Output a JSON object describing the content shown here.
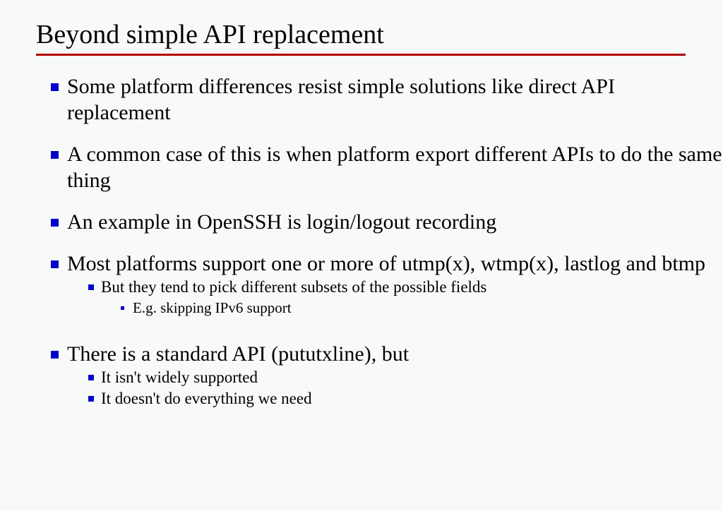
{
  "slide": {
    "title": "Beyond simple API replacement",
    "background_color": "#f7faf7",
    "title_rule_color": "#b00000",
    "bullet_color": "#0000cc",
    "text_color": "#000000",
    "bullets": [
      {
        "level": 1,
        "text": "Some platform differences resist simple solutions like direct API replacement"
      },
      {
        "level": 1,
        "text": "A common case of this is when platform export different APIs to do the same thing"
      },
      {
        "level": 1,
        "text": "An example in OpenSSH is login/logout recording"
      },
      {
        "level": 1,
        "text": "Most platforms support one or more of utmp(x), wtmp(x), lastlog and btmp"
      },
      {
        "level": 2,
        "text": "But they tend to pick different subsets of the possible fields"
      },
      {
        "level": 3,
        "text": "E.g. skipping IPv6 support"
      },
      {
        "level": 1,
        "text": "There is a standard API (pututxline), but"
      },
      {
        "level": 2,
        "text": "It isn't widely supported"
      },
      {
        "level": 2,
        "text": "It doesn't do everything we need"
      }
    ]
  }
}
